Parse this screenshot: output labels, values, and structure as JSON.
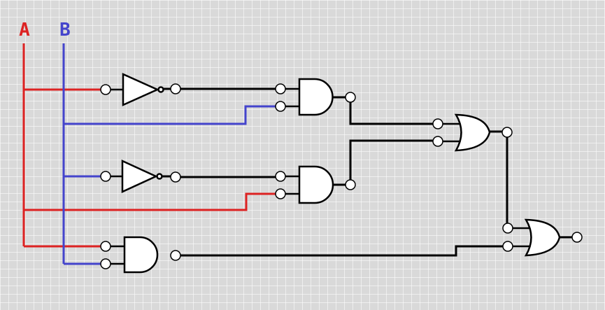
{
  "inputs": [
    {
      "label": "A",
      "color": "#dd2222"
    },
    {
      "label": "B",
      "color": "#4444cc"
    }
  ],
  "wire_colors": {
    "a": "#dd2222",
    "b": "#4444cc",
    "internal": "#000000"
  },
  "gates": [
    {
      "id": "not1",
      "type": "NOT"
    },
    {
      "id": "not2",
      "type": "NOT"
    },
    {
      "id": "and1",
      "type": "AND"
    },
    {
      "id": "and2",
      "type": "AND"
    },
    {
      "id": "and3",
      "type": "AND"
    },
    {
      "id": "or1",
      "type": "OR"
    },
    {
      "id": "or2",
      "type": "OR"
    }
  ]
}
